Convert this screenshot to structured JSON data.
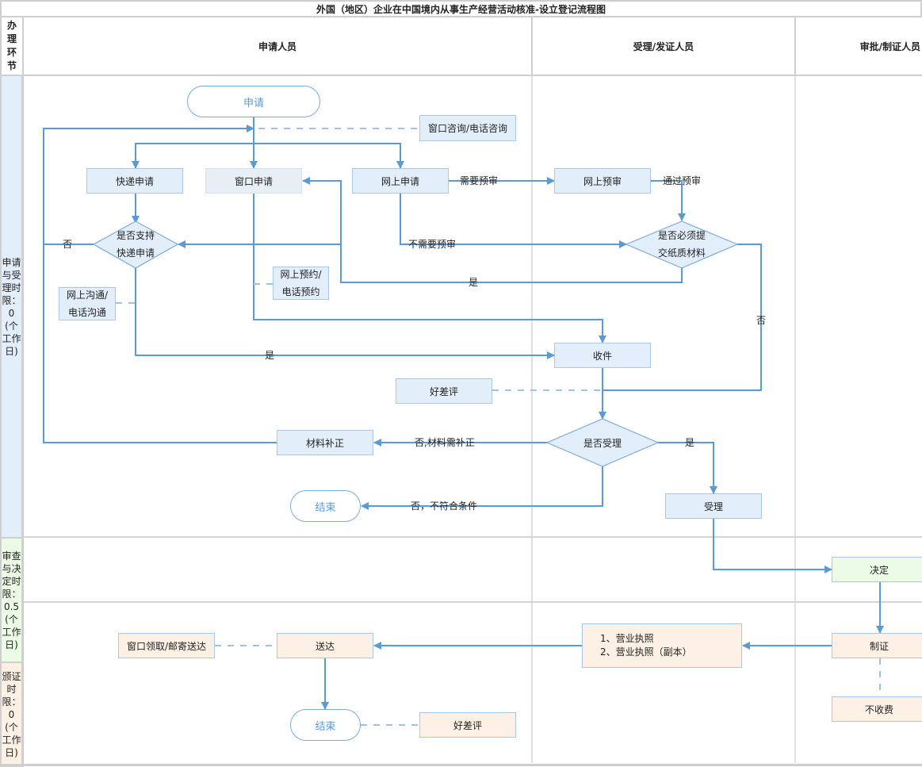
{
  "title": "外国（地区）企业在中国境内从事生产经营活动核准-设立登记流程图",
  "stage_header": "办理环节",
  "lanes": {
    "applicant": "申请人员",
    "acceptor": "受理/发证人员",
    "approver": "审批/制证人员"
  },
  "stages": {
    "apply_accept": "申请与受理时限：0(个工作日)",
    "review_decide": "审查与决定时限：0.5(个工作日)",
    "issue": "颁证时限：0(个工作日)"
  },
  "colors": {
    "stage_apply": "#e3eefb",
    "stage_review": "#ebfbe6",
    "stage_issue": "#fdf1e5",
    "connector": "#5b9bd5"
  },
  "nodes": {
    "start": "申请",
    "consult": "窗口咨询/电话咨询",
    "express_apply": "快递申请",
    "window_apply": "窗口申请",
    "online_apply": "网上申请",
    "online_precheck": "网上预审",
    "express_decision": "是否支持\n快递申请",
    "paper_decision": "是否必须提\n交纸质材料",
    "online_booking": "网上预约/\n电话预约",
    "online_comm": "网上沟通/\n电话沟通",
    "receive": "收件",
    "rating_1": "好差评",
    "accept_decision": "是否受理",
    "supplement": "材料补正",
    "end_1": "结束",
    "accept": "受理",
    "decide": "决定",
    "make_cert": "制证",
    "no_fee": "不收费",
    "licenses": "1、营业执照\n2、营业执照（副本）",
    "deliver": "送达",
    "pickup": "窗口领取/邮寄送达",
    "end_2": "结束",
    "rating_2": "好差评"
  },
  "edge_labels": {
    "need_precheck": "需要预审",
    "pass_precheck": "通过预审",
    "no_precheck": "不需要预审",
    "express_no": "否",
    "express_yes": "是",
    "paper_yes": "是",
    "paper_no": "否",
    "need_supplement": "否,材料需补正",
    "not_qualified": "否，不符合条件",
    "accept_yes": "是"
  }
}
